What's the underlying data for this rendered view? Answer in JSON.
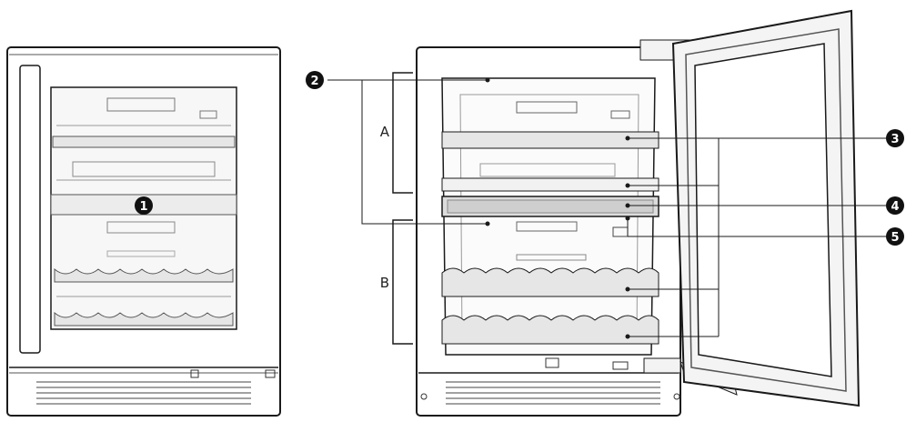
{
  "callouts": [
    {
      "number": "1"
    },
    {
      "number": "2"
    },
    {
      "number": "3"
    },
    {
      "number": "4"
    },
    {
      "number": "5"
    }
  ],
  "zones": [
    {
      "label": "A"
    },
    {
      "label": "B"
    }
  ],
  "colors": {
    "line": "#1a1a1a",
    "shelf_fill": "#e6e6e6",
    "glass_fill": "#f7f7f7",
    "callout_fill": "#111111"
  }
}
